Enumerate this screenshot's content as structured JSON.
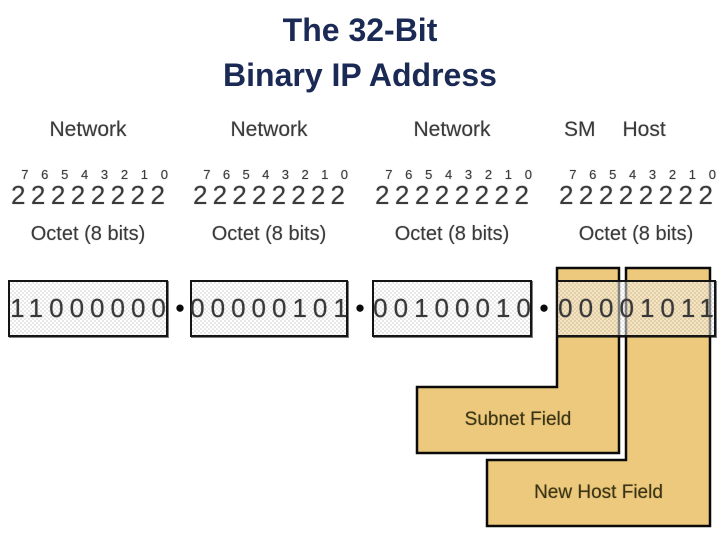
{
  "slide": {
    "title_line1": "The 32-Bit",
    "title_line2": "Binary IP Address"
  },
  "columns": [
    {
      "header": "Network",
      "octet_label": "Octet (8 bits)",
      "binary": "11000000"
    },
    {
      "header": "Network",
      "octet_label": "Octet (8 bits)",
      "binary": "00000101"
    },
    {
      "header": "Network",
      "octet_label": "Octet (8 bits)",
      "binary": "00100010"
    },
    {
      "header_sm": "SM",
      "header_host": "Host",
      "octet_label": "Octet (8 bits)",
      "binary": "00001011"
    }
  ],
  "powers": {
    "base": "2",
    "exponents": [
      "7",
      "6",
      "5",
      "4",
      "3",
      "2",
      "1",
      "0"
    ]
  },
  "octet_separator_glyph": "●",
  "fields": {
    "subnet_label": "Subnet Field",
    "new_host_label": "New Host Field"
  },
  "colors": {
    "title_text": "#1b2a55",
    "diagram_ink": "#3a3a3a",
    "digit_ink": "#383838",
    "box_border": "#141414",
    "field_fill": "#ecc97d",
    "field_stroke": "#0a0a0a",
    "field_label_ink": "#3b3414",
    "separator_ink": "#0a0a0a"
  }
}
